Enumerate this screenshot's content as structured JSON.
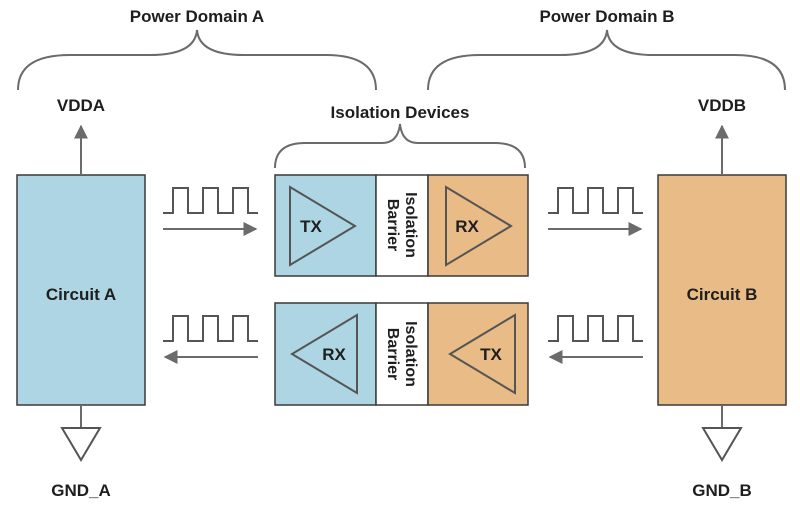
{
  "labels": {
    "power_domain_a": "Power Domain A",
    "power_domain_b": "Power Domain B",
    "isolation_devices": "Isolation Devices",
    "vdda": "VDDA",
    "vddb": "VDDB",
    "gnd_a": "GND_A",
    "gnd_b": "GND_B",
    "circuit_a": "Circuit A",
    "circuit_b": "Circuit B"
  },
  "channels": [
    {
      "left_label": "TX",
      "right_label": "RX",
      "barrier_line1": "Isolation",
      "barrier_line2": "Barrier"
    },
    {
      "left_label": "RX",
      "right_label": "TX",
      "barrier_line1": "Isolation",
      "barrier_line2": "Barrier"
    }
  ],
  "colors": {
    "domain_a": "#add5e3",
    "domain_b": "#e8bb87",
    "barrier": "#ffffff",
    "line": "#6b6b6b",
    "text": "#1e1e1e"
  }
}
